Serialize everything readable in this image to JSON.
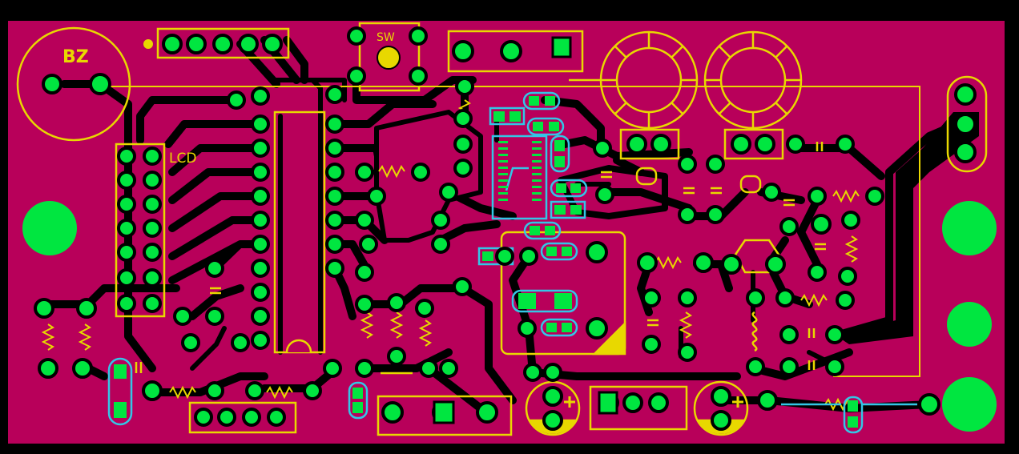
{
  "labels": {
    "buzzer": "BZ",
    "switch": "SW",
    "lcd": "LCD"
  },
  "colors": {
    "background": "#000000",
    "board": "#b8005a",
    "pad": "#00e640",
    "silkscreen": "#e8d800",
    "smd_outline": "#33c6e6"
  }
}
